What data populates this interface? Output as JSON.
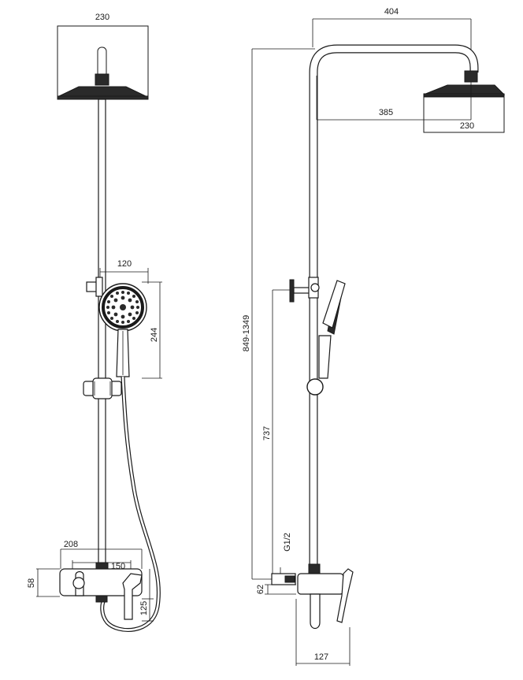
{
  "front_view": {
    "head_width": "230",
    "handshower_width": "120",
    "handshower_height": "244",
    "mixer_width": "208",
    "inlet_spacing": "150",
    "mixer_height": "58",
    "spout_height": "125"
  },
  "side_view": {
    "arm_length": "404",
    "arm_projection": "385",
    "head_width": "230",
    "height_range": "849-1349",
    "bracket_to_inlet": "737",
    "inlet_thread": "G1/2",
    "inlet_offset": "62",
    "mixer_depth": "127"
  }
}
